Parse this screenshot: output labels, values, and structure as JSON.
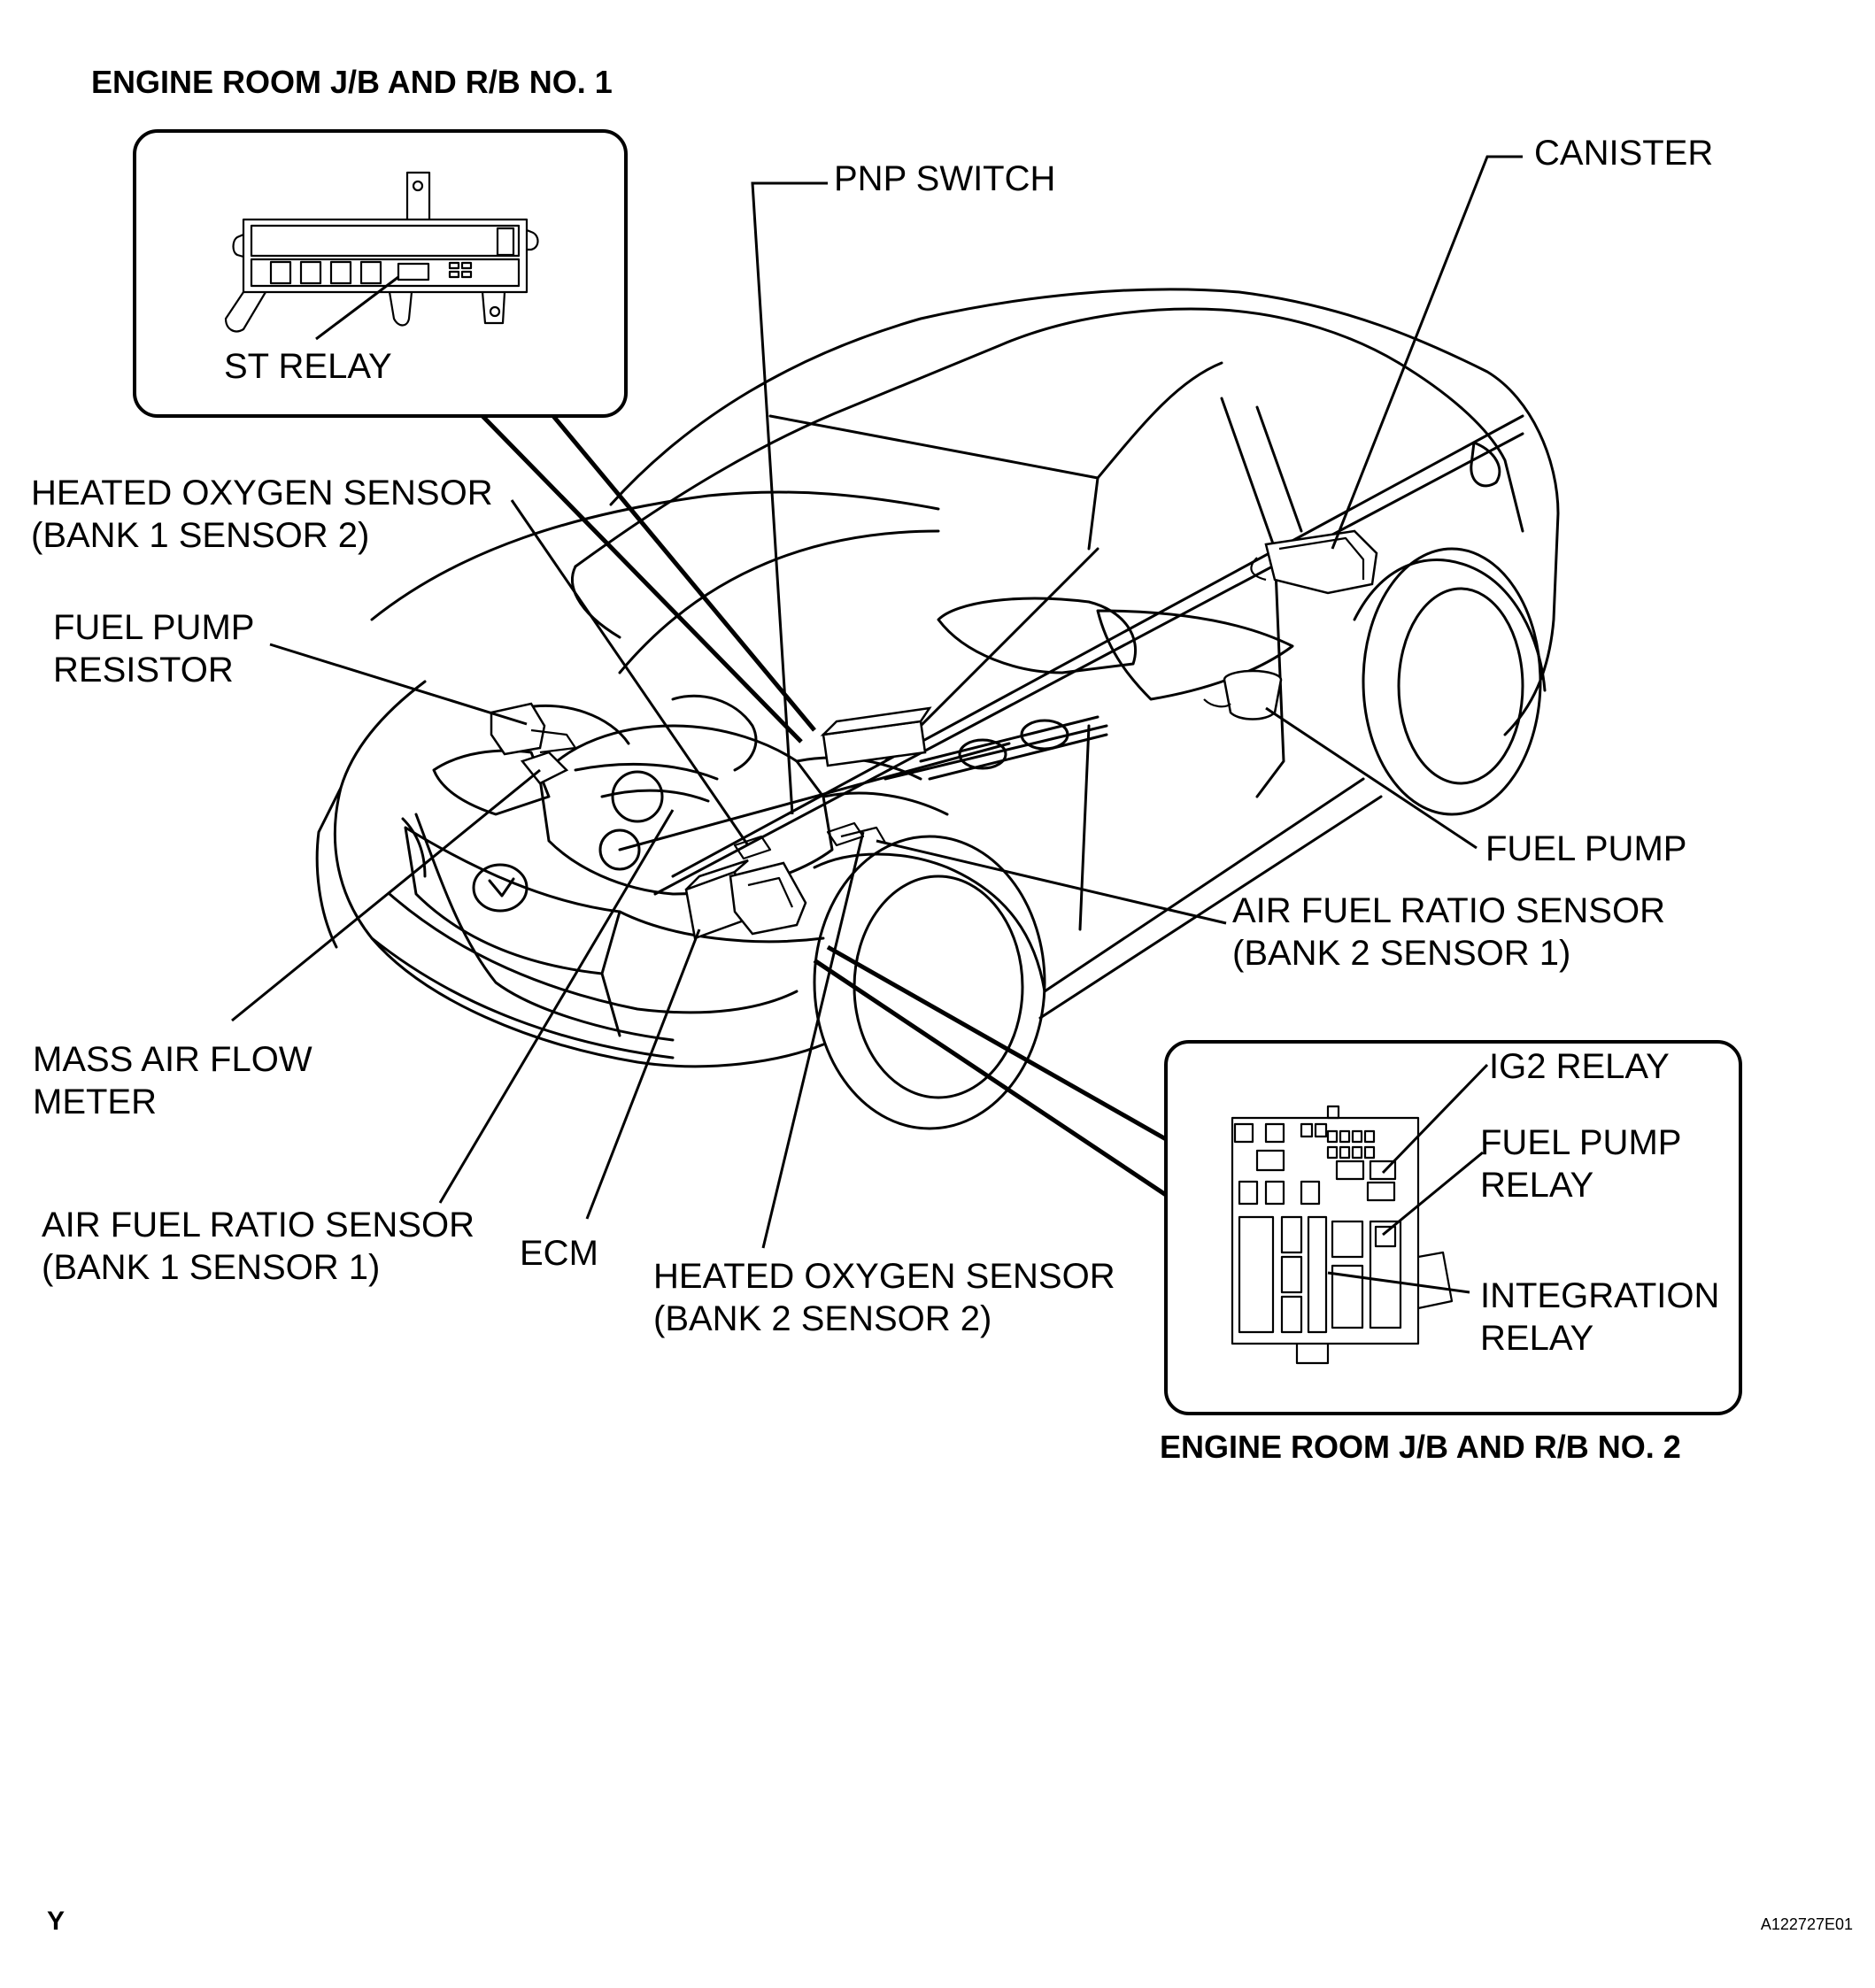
{
  "diagram": {
    "headers": {
      "jb1": "ENGINE ROOM J/B AND R/B NO. 1",
      "jb2": "ENGINE ROOM J/B AND R/B NO. 2"
    },
    "labels": {
      "pnp_switch": "PNP SWITCH",
      "canister": "CANISTER",
      "st_relay": "ST RELAY",
      "ho2s_b1s2_line1": "HEATED OXYGEN SENSOR",
      "ho2s_b1s2_line2": "(BANK 1 SENSOR 2)",
      "fuel_pump_resistor_line1": "FUEL PUMP",
      "fuel_pump_resistor_line2": "RESISTOR",
      "fuel_pump": "FUEL PUMP",
      "afs_b2s1_line1": "AIR FUEL RATIO SENSOR",
      "afs_b2s1_line2": "(BANK 2 SENSOR 1)",
      "maf_line1": "MASS AIR FLOW",
      "maf_line2": "METER",
      "ig2_relay": "IG2 RELAY",
      "fuel_pump_relay_line1": "FUEL PUMP",
      "fuel_pump_relay_line2": "RELAY",
      "afs_b1s1_line1": "AIR FUEL RATIO SENSOR",
      "afs_b1s1_line2": "(BANK 1 SENSOR 1)",
      "ecm": "ECM",
      "ho2s_b2s2_line1": "HEATED OXYGEN SENSOR",
      "ho2s_b2s2_line2": "(BANK 2 SENSOR 2)",
      "integration_relay_line1": "INTEGRATION",
      "integration_relay_line2": "RELAY"
    },
    "footer": {
      "left_mark": "Y",
      "figure_id": "A122727E01"
    }
  }
}
